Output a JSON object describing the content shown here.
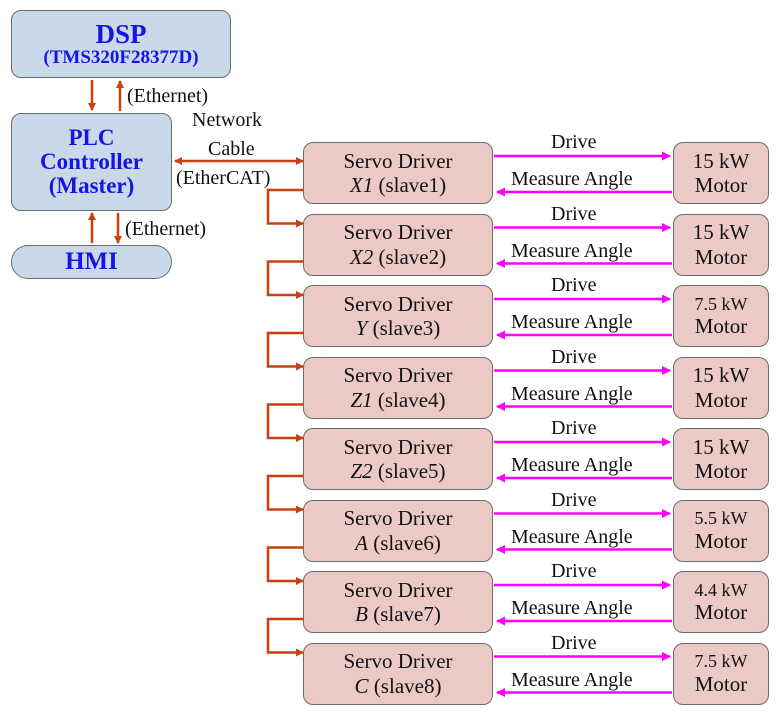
{
  "dsp": {
    "title": "DSP",
    "subtitle": "(TMS320F28377D)"
  },
  "plc": {
    "line1": "PLC",
    "line2": "Controller",
    "line3": "(Master)"
  },
  "hmi": {
    "title": "HMI"
  },
  "links": {
    "ethernet_top": "(Ethernet)",
    "ethernet_bottom": "(Ethernet)",
    "network_line1": "Network",
    "network_line2": "Cable",
    "network_line3": "(EtherCAT)"
  },
  "servo_label": "Servo Driver",
  "drive_label": "Drive",
  "measure_label": "Measure Angle",
  "motor_label": "Motor",
  "slaves": [
    {
      "axis": "X1",
      "slave": "(slave1)",
      "power": "15 kW"
    },
    {
      "axis": "X2",
      "slave": "(slave2)",
      "power": "15 kW"
    },
    {
      "axis": "Y",
      "slave": "(slave3)",
      "power": "7.5 kW"
    },
    {
      "axis": "Z1",
      "slave": "(slave4)",
      "power": "15 kW"
    },
    {
      "axis": "Z2",
      "slave": "(slave5)",
      "power": "15 kW"
    },
    {
      "axis": "A",
      "slave": "(slave6)",
      "power": "5.5 kW"
    },
    {
      "axis": "B",
      "slave": "(slave7)",
      "power": "4.4 kW"
    },
    {
      "axis": "C",
      "slave": "(slave8)",
      "power": "7.5 kW"
    }
  ],
  "colors": {
    "controller_fill": "#c9d9ea",
    "driver_fill": "#ebcac6",
    "title_text": "#1515e6",
    "ethercat_arrow": "#cc4010",
    "signal_arrow": "#ff00ff"
  }
}
